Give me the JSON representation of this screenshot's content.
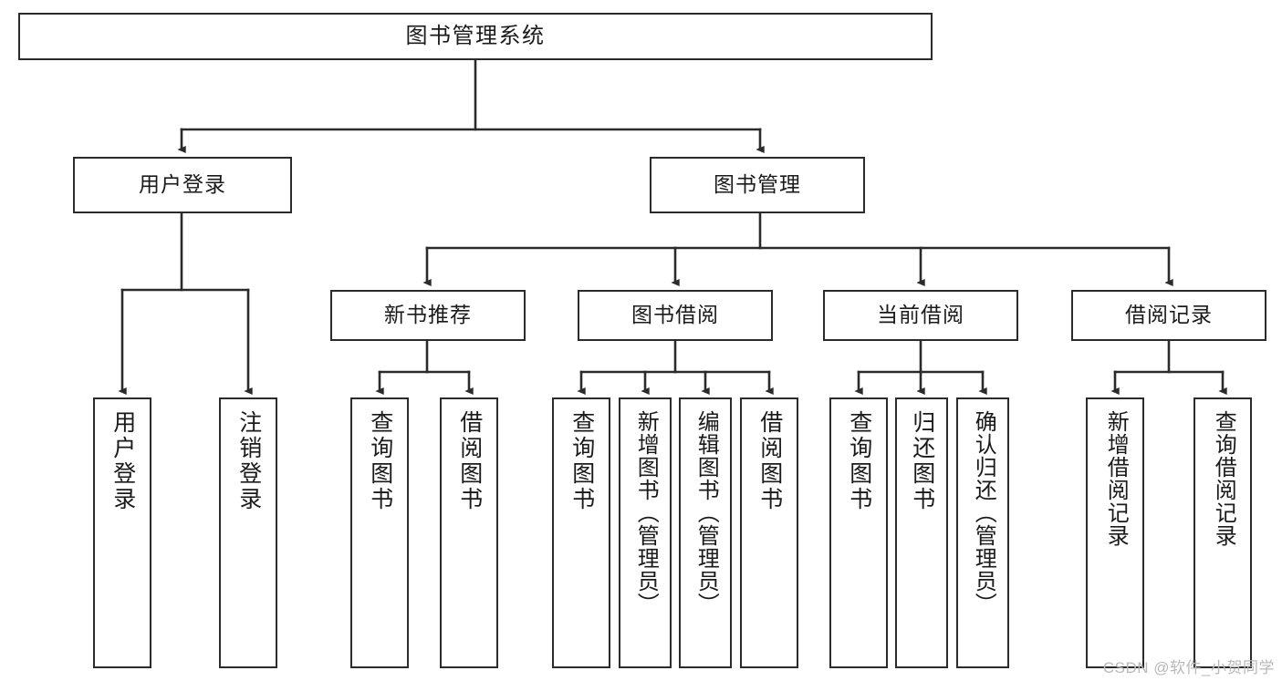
{
  "diagram": {
    "type": "tree-hierarchy-flowchart",
    "title": "图书管理系统",
    "watermark": "CSDN @软件_小贺同学",
    "colors": {
      "box_stroke": "#2b2b2b",
      "box_fill": "#ffffff",
      "edge_stroke": "#2b2b2b",
      "text": "#1a1a1a",
      "watermark": "#b9b9b9"
    },
    "nodes": {
      "root": {
        "label": "图书管理系统"
      },
      "level2": [
        {
          "id": "user-login",
          "label": "用户登录"
        },
        {
          "id": "book-management",
          "label": "图书管理"
        }
      ],
      "level3": [
        {
          "id": "new-book-recommend",
          "label": "新书推荐"
        },
        {
          "id": "book-borrow",
          "label": "图书借阅"
        },
        {
          "id": "current-borrow",
          "label": "当前借阅"
        },
        {
          "id": "borrow-record",
          "label": "借阅记录"
        }
      ],
      "leaves": {
        "user_login": [
          {
            "id": "leaf-user-login",
            "label": "用户登录"
          },
          {
            "id": "leaf-logout-login",
            "label": "注销登录"
          }
        ],
        "new_book_recommend": [
          {
            "id": "leaf-query-book-1",
            "label": "查询图书"
          },
          {
            "id": "leaf-borrow-book-1",
            "label": "借阅图书"
          }
        ],
        "book_borrow": [
          {
            "id": "leaf-query-book-2",
            "label": "查询图书"
          },
          {
            "id": "leaf-add-book-admin",
            "label": "新增图书（管理员）"
          },
          {
            "id": "leaf-edit-book-admin",
            "label": "编辑图书（管理员）"
          },
          {
            "id": "leaf-borrow-book-2",
            "label": "借阅图书"
          }
        ],
        "current_borrow": [
          {
            "id": "leaf-query-book-3",
            "label": "查询图书"
          },
          {
            "id": "leaf-return-book",
            "label": "归还图书"
          },
          {
            "id": "leaf-confirm-return-admin",
            "label": "确认归还（管理员）"
          }
        ],
        "borrow_record": [
          {
            "id": "leaf-add-borrow-record",
            "label": "新增借阅记录"
          },
          {
            "id": "leaf-query-borrow-record",
            "label": "查询借阅记录"
          }
        ]
      }
    }
  }
}
